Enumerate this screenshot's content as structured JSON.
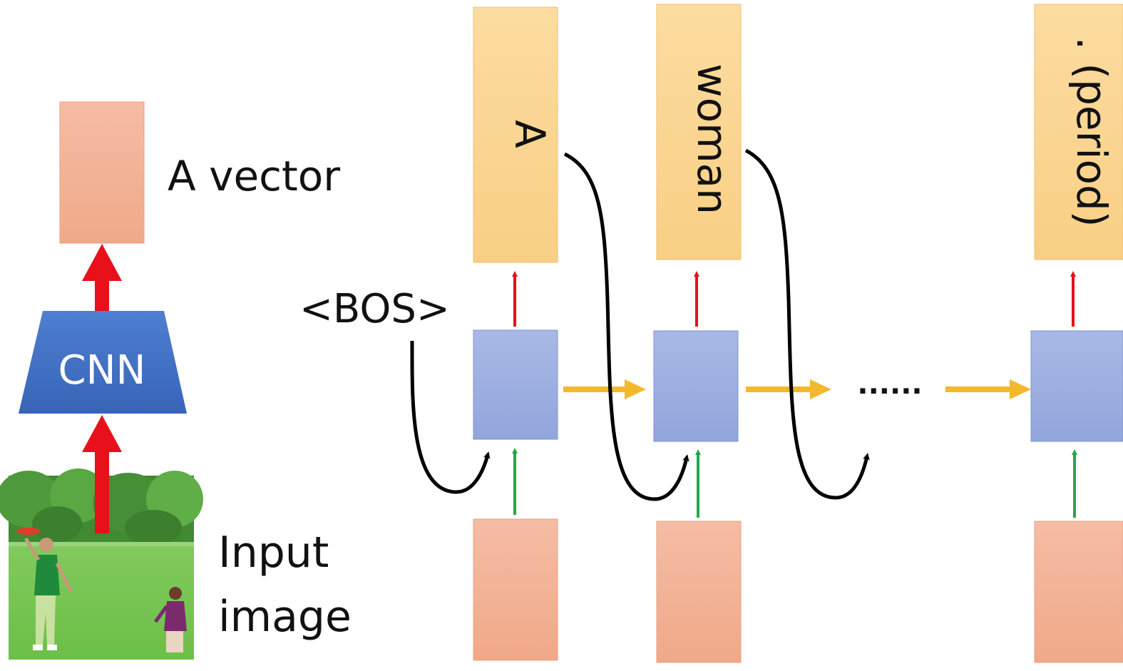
{
  "left_panel": {
    "vector_label": "A vector",
    "cnn_label": "CNN",
    "input_label_line1": "Input",
    "input_label_line2": "image"
  },
  "rnn": {
    "bos_label": "<BOS>",
    "ellipsis": "......",
    "output_words": [
      "A",
      "woman",
      ". (period)"
    ]
  },
  "colors": {
    "vector_box": "#f3b197",
    "output_box": "#fbd591",
    "hidden_box": "#9eb0e0",
    "cnn": "#4472c4",
    "red_arrow": "#e8101a",
    "yellow_arrow": "#f4b82c",
    "green_arrow": "#22a84a",
    "black_arrow": "#000000"
  },
  "icons": {
    "input_image": "photo-woman-frisbee-park"
  }
}
